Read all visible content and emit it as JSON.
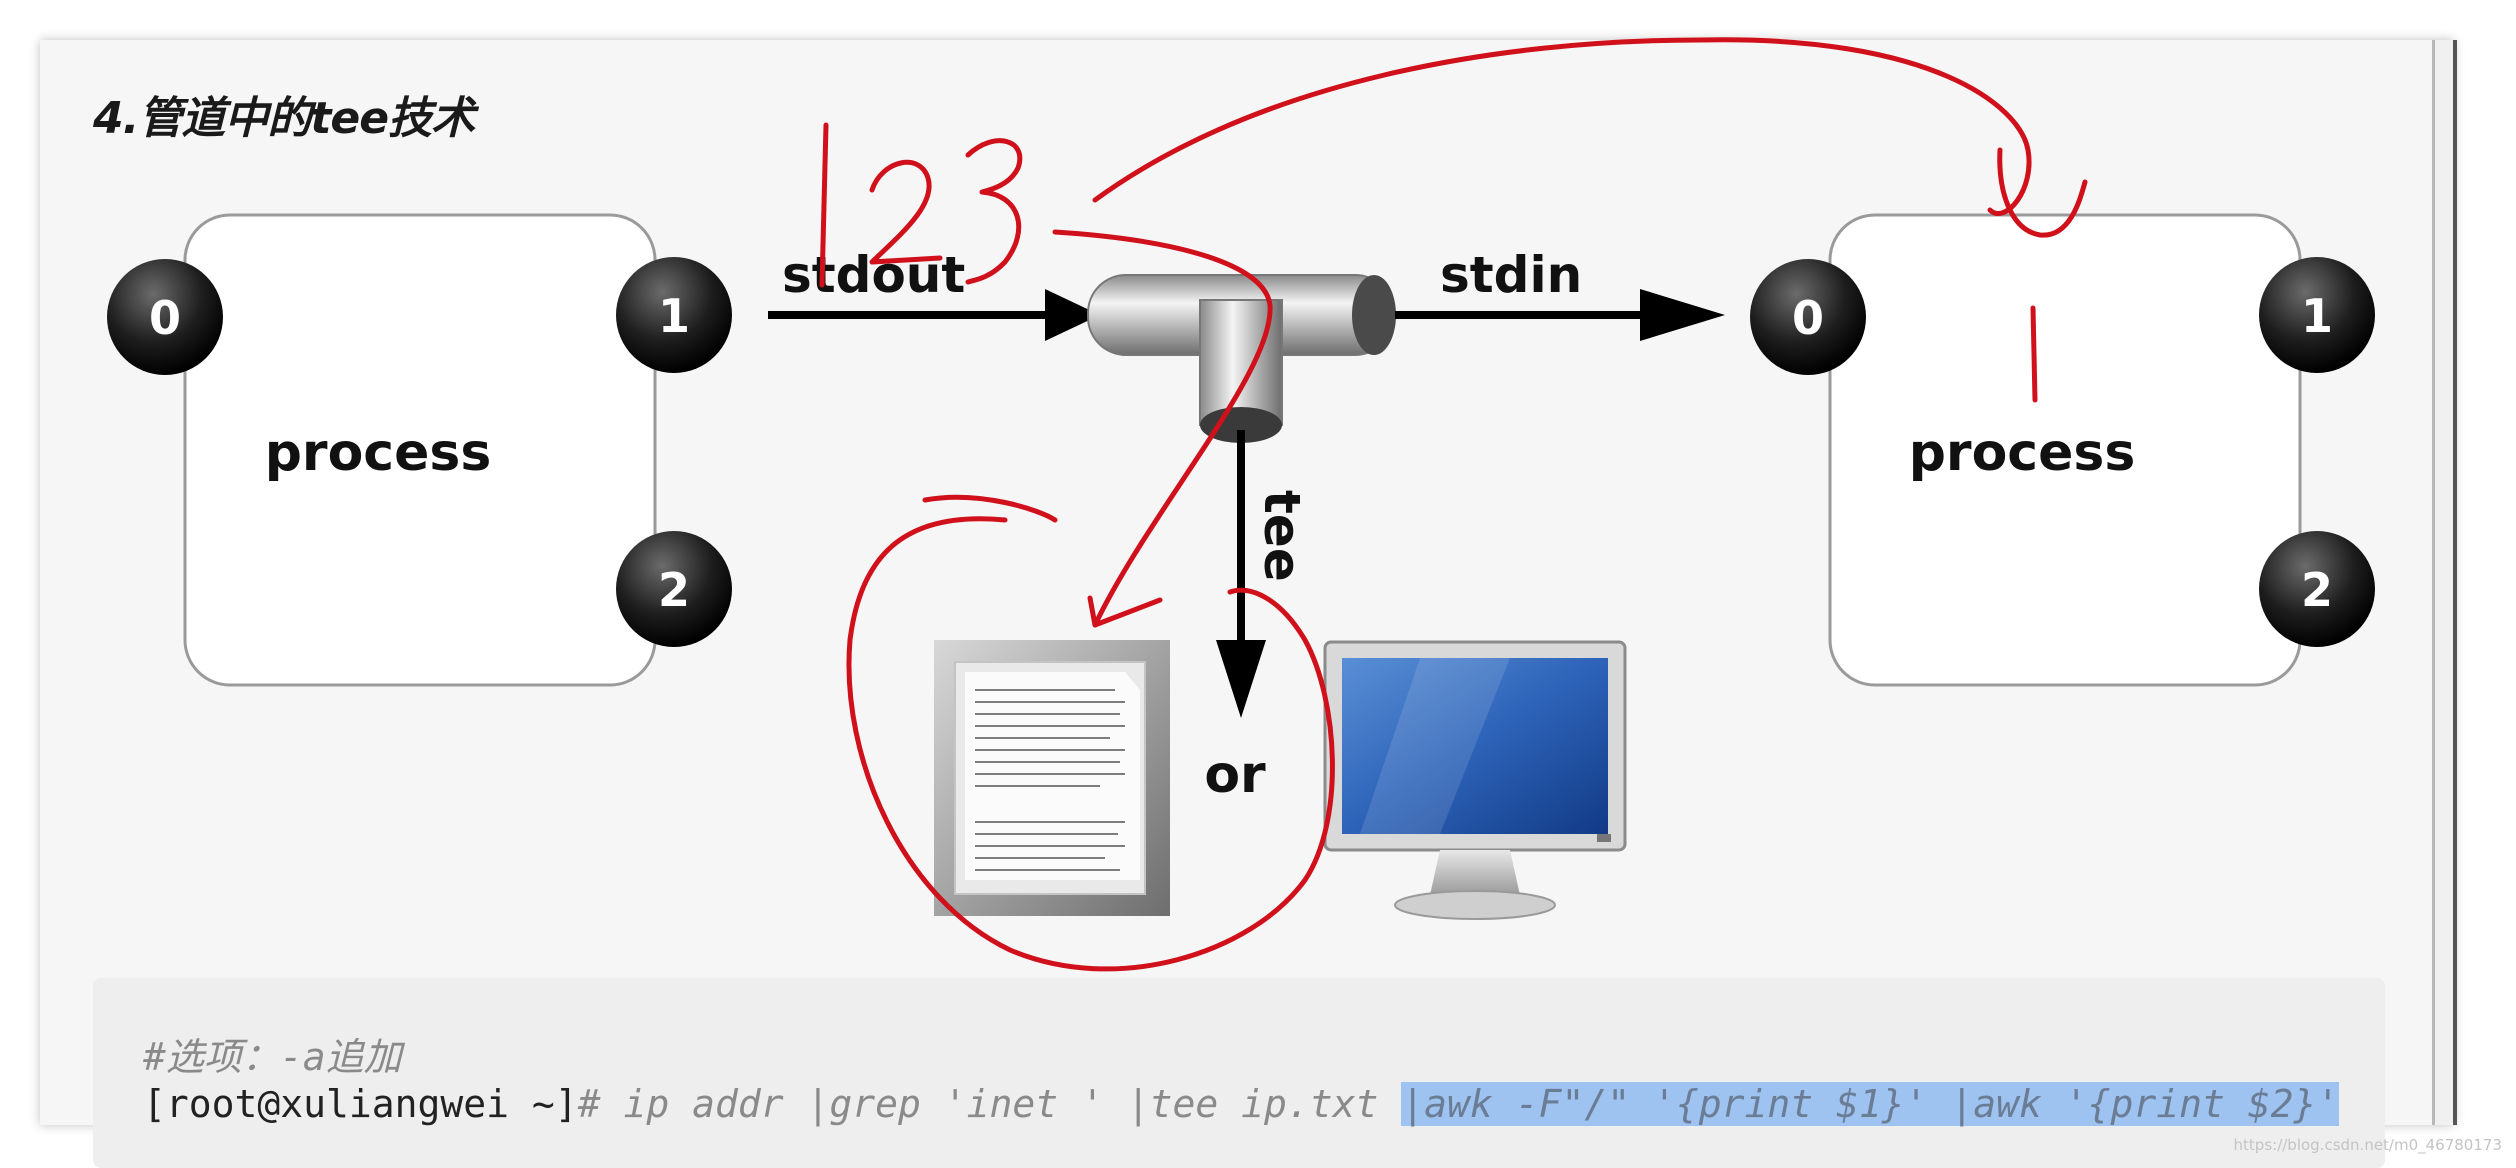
{
  "heading": "4.管道中的tee技术",
  "diagram": {
    "left_process": {
      "label": "process",
      "fd_in": "0",
      "fd_out": "1",
      "fd_err": "2"
    },
    "right_process": {
      "label": "process",
      "fd_in": "0",
      "fd_out": "1",
      "fd_err": "2"
    },
    "stdout_label": "stdout",
    "stdin_label": "stdin",
    "tee_label": "tee",
    "or_label": "or",
    "annotation_text": "123"
  },
  "code": {
    "comment": "#选项：-a追加",
    "prompt": "[root@xuliangwei ~]",
    "command": "# ip addr |grep 'inet ' |tee ip.txt ",
    "selected": "|awk -F\"/\" '{print $1}' |awk '{print $2}'"
  },
  "watermark": "https://blog.csdn.net/m0_46780173",
  "colors": {
    "annotation": "#d0101a",
    "selection": "#9ec3f0",
    "page_bg": "#f6f6f6"
  }
}
